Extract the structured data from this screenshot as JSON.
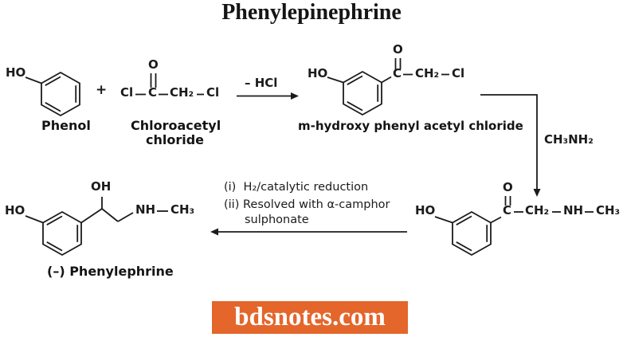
{
  "title": "Phenylepinephrine",
  "watermark": "bdsnotes.com",
  "colors": {
    "ink": "#1b1b1b",
    "banner_bg": "#e4662b",
    "banner_text": "#ffffff"
  },
  "reaction": {
    "phenol": {
      "ho": "HO",
      "name": "Phenol"
    },
    "plus": "+",
    "chloroacetyl": {
      "o": "O",
      "cl_left": "Cl",
      "c": "C",
      "ch2": "CH₂",
      "cl_right": "Cl",
      "name_line1": "Chloroacetyl",
      "name_line2": "chloride"
    },
    "step1_label": "– HCl",
    "macl": {
      "ho": "HO",
      "o": "O",
      "c": "C",
      "ch2": "CH₂",
      "cl": "Cl",
      "name": "m-hydroxy phenyl acetyl chloride"
    },
    "step2_label": "CH₃NH₂",
    "aminoketone": {
      "ho": "HO",
      "o": "O",
      "c": "C",
      "ch2": "CH₂",
      "nh": "NH",
      "ch3": "CH₃"
    },
    "step3_conditions": [
      "(i)  H₂/catalytic reduction",
      "(ii) Resolved with α-camphor",
      "sulphonate"
    ],
    "phenylephrine": {
      "oh": "OH",
      "ho": "HO",
      "nh": "NH",
      "ch3": "CH₃",
      "name": "(–) Phenylephrine"
    }
  }
}
